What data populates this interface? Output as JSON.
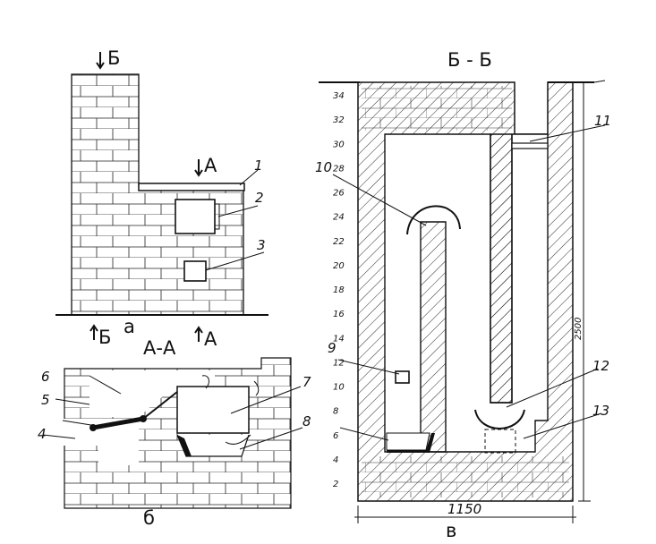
{
  "views": {
    "a": {
      "letter": "а",
      "section_label": "А-А",
      "cut_b_top": "Б",
      "cut_b_bottom": "Б",
      "cut_a_top": "А",
      "cut_a_bottom": "А"
    },
    "b": {
      "letter": "б"
    },
    "c": {
      "letter": "в",
      "section_label": "Б - Б",
      "width_dim": "1150",
      "height_dim": "2500",
      "row_numbers": [
        "2",
        "4",
        "6",
        "8",
        "10",
        "12",
        "14",
        "16",
        "18",
        "20",
        "22",
        "24",
        "26",
        "28",
        "30",
        "32",
        "34"
      ]
    }
  },
  "callouts": {
    "c1": "1",
    "c2": "2",
    "c3": "3",
    "c4": "4",
    "c5": "5",
    "c6": "6",
    "c7": "7",
    "c8": "8",
    "c9": "9",
    "c10": "10",
    "c11": "11",
    "c12": "12",
    "c13": "13"
  }
}
